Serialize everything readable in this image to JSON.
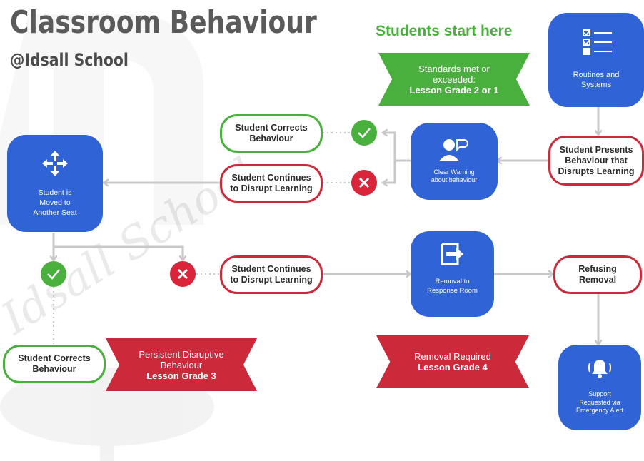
{
  "header": {
    "title": "Classroom Behaviour",
    "subtitle": "@Idsall School",
    "start_label": "Students start here"
  },
  "watermark": {
    "text": "Idsall School"
  },
  "banners": {
    "standards": {
      "line1": "Standards met or",
      "line2": "exceeded:",
      "grade": "Lesson Grade 2 or 1"
    },
    "persistent": {
      "line1": "Persistent Disruptive",
      "line2": "Behaviour",
      "grade": "Lesson Grade 3"
    },
    "removal": {
      "line1": "Removal Required",
      "grade": "Lesson Grade 4"
    }
  },
  "boxes": {
    "routines": {
      "line1": "Routines and",
      "line2": "Systems",
      "icon": "checklist-icon"
    },
    "warning": {
      "line1": "Clear Warning",
      "line2": "about behaviour",
      "icon": "speaking-person-icon"
    },
    "moved": {
      "line1": "Student is",
      "line2": "Moved to",
      "line3": "Another Seat",
      "icon": "move-arrows-icon"
    },
    "removal": {
      "line1": "Removal to",
      "line2": "Response Room",
      "icon": "exit-icon"
    },
    "support": {
      "line1": "Support",
      "line2": "Requested via",
      "line3": "Emergency Alert",
      "icon": "bell-alert-icon"
    }
  },
  "pills": {
    "presents": {
      "line1": "Student Presents",
      "line2": "Behaviour that",
      "line3": "Disrupts Learning"
    },
    "corrects_top": {
      "line1": "Student Corrects",
      "line2": "Behaviour"
    },
    "continues_top": {
      "line1": "Student Continues",
      "line2": "to Disrupt Learning"
    },
    "continues_mid": {
      "line1": "Student Continues",
      "line2": "to Disrupt Learning"
    },
    "refusing": {
      "line1": "Refusing",
      "line2": "Removal"
    },
    "corrects_bottom": {
      "line1": "Student Corrects",
      "line2": "Behaviour"
    }
  },
  "colors": {
    "blue": "#2f63d6",
    "green": "#4ab03d",
    "red": "#cc2a3b",
    "arrow": "#c8c8c8"
  }
}
